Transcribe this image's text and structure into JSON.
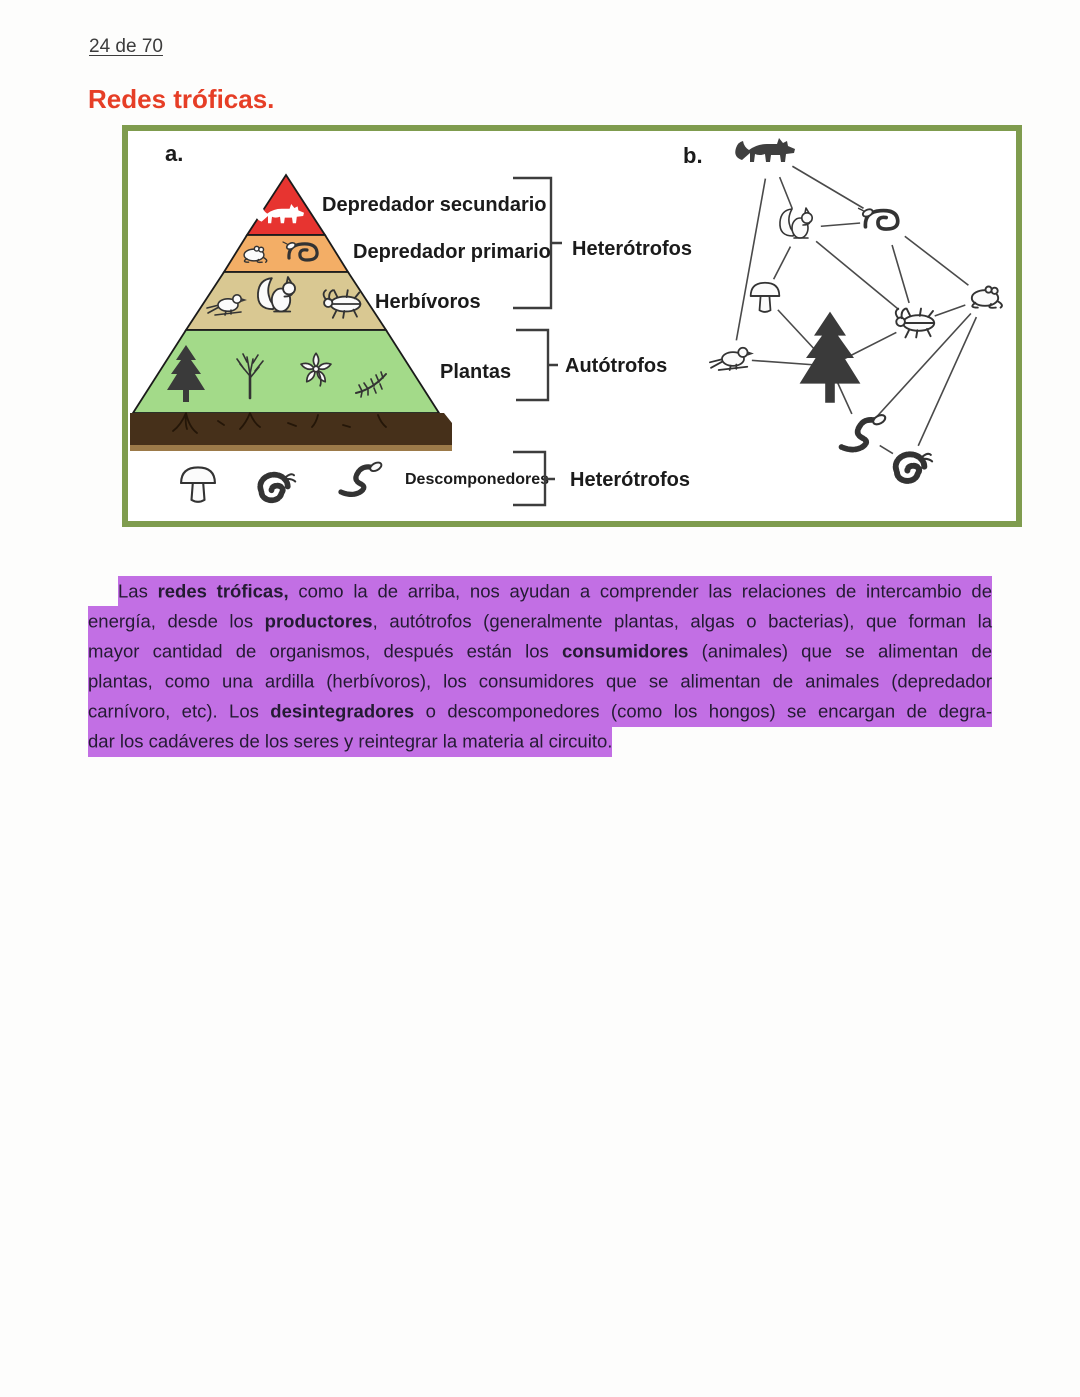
{
  "header": {
    "page_number": "24 de 70",
    "title": "Redes tróficas.",
    "title_color": "#e63e26"
  },
  "figure": {
    "border_color": "#7f9c4e",
    "panel_a": {
      "label": "a.",
      "pyramid_levels": [
        {
          "name": "Depredador secundario",
          "color": "#e73430"
        },
        {
          "name": "Depredador primario",
          "color": "#f3ae66"
        },
        {
          "name": "Herbívoros",
          "color": "#d9c892"
        },
        {
          "name": "Plantas",
          "color": "#a3da89"
        }
      ],
      "soil_color": "#46301a",
      "soil_strip_color": "#9c7a49",
      "decomposers_label": "Descomponedores",
      "groups": [
        {
          "label": "Heterótrofos"
        },
        {
          "label": "Autótrofos"
        },
        {
          "label": "Heterótrofos"
        }
      ]
    },
    "panel_b": {
      "label": "b.",
      "nodes": [
        "fox",
        "squirrel",
        "snake",
        "mushroom",
        "pine",
        "beetle",
        "frog",
        "bird",
        "worm",
        "millipede"
      ],
      "edges": [
        [
          "fox",
          "bird"
        ],
        [
          "fox",
          "squirrel"
        ],
        [
          "fox",
          "snake"
        ],
        [
          "squirrel",
          "snake"
        ],
        [
          "squirrel",
          "mushroom"
        ],
        [
          "squirrel",
          "beetle"
        ],
        [
          "snake",
          "beetle"
        ],
        [
          "snake",
          "frog"
        ],
        [
          "mushroom",
          "pine"
        ],
        [
          "pine",
          "bird"
        ],
        [
          "pine",
          "beetle"
        ],
        [
          "pine",
          "worm"
        ],
        [
          "beetle",
          "frog"
        ],
        [
          "frog",
          "worm"
        ],
        [
          "frog",
          "millipede"
        ],
        [
          "worm",
          "millipede"
        ]
      ]
    }
  },
  "paragraph": {
    "highlight_color": "#c26fe4",
    "lines": [
      {
        "indent": true,
        "justify": true,
        "segments": [
          {
            "t": "Las "
          },
          {
            "t": "redes tróficas,",
            "b": true
          },
          {
            "t": " como la de arriba, nos ayudan a comprender las relaciones de intercambio de"
          }
        ]
      },
      {
        "indent": false,
        "justify": true,
        "segments": [
          {
            "t": "energía, desde los "
          },
          {
            "t": "productores",
            "b": true
          },
          {
            "t": ", autótrofos (generalmente plantas, algas o bacterias), que forman la"
          }
        ]
      },
      {
        "indent": false,
        "justify": true,
        "segments": [
          {
            "t": "mayor cantidad de organismos, después están los "
          },
          {
            "t": "consumidores",
            "b": true
          },
          {
            "t": " (animales) que se alimentan de"
          }
        ]
      },
      {
        "indent": false,
        "justify": true,
        "segments": [
          {
            "t": "plantas, como una ardilla (herbívoros), los consumidores que se alimentan de animales (depredador"
          }
        ]
      },
      {
        "indent": false,
        "justify": true,
        "segments": [
          {
            "t": "carnívoro, etc). Los "
          },
          {
            "t": "desintegradores",
            "b": true
          },
          {
            "t": " o descomponedores (como los hongos) se encargan de degra-"
          }
        ]
      },
      {
        "indent": false,
        "justify": false,
        "segments": [
          {
            "t": "dar los cadáveres de los seres y reintegrar la materia al circuito."
          }
        ]
      }
    ]
  }
}
